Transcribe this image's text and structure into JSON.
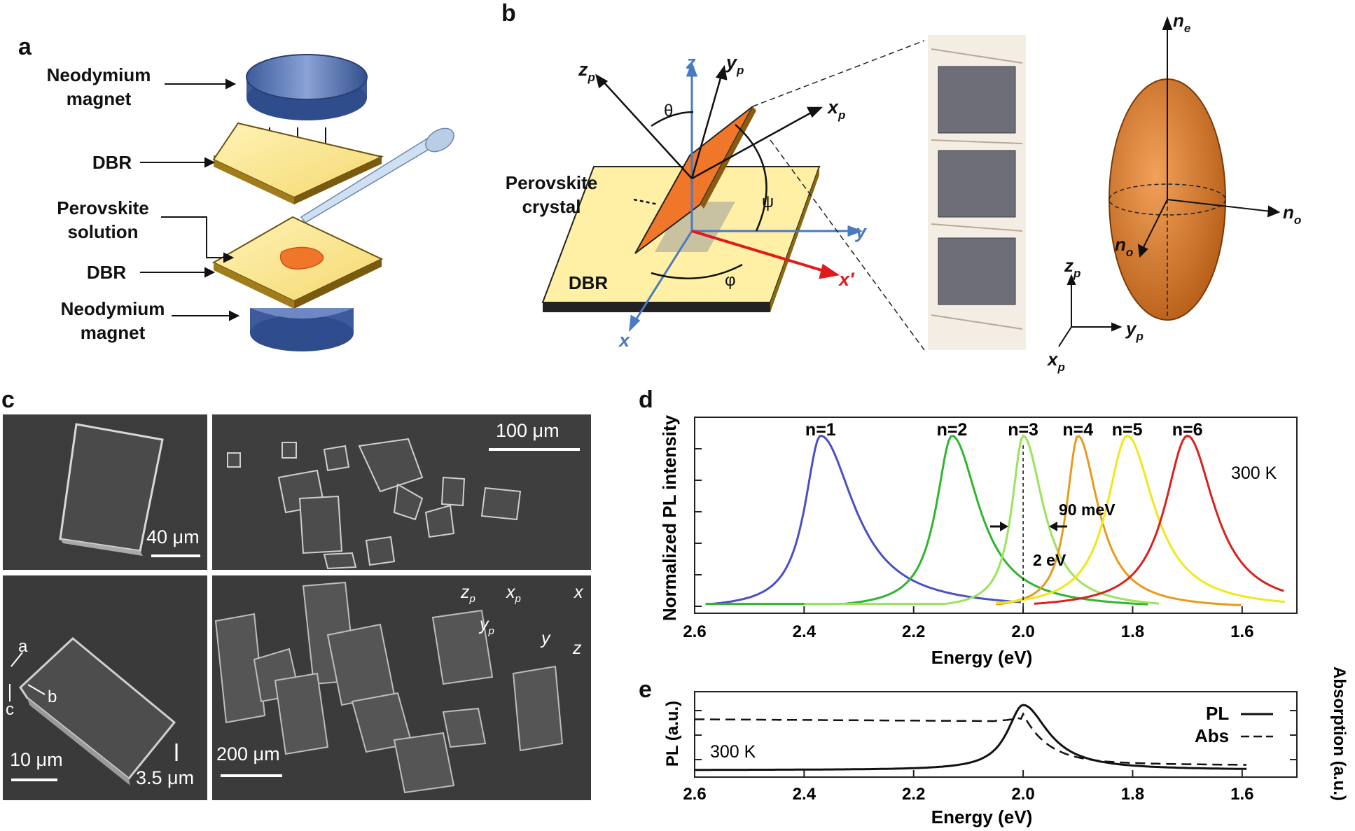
{
  "panels": {
    "a": {
      "letter": "a",
      "labels": {
        "magnet_top": "Neodymium\nmagnet",
        "dbr_top": "DBR",
        "perovskite": "Perovskite\nsolution",
        "dbr_bottom": "DBR",
        "magnet_bottom": "Neodymium\nmagnet"
      }
    },
    "b": {
      "letter": "b",
      "axes": {
        "zp": "z",
        "zp_sub": "p",
        "z": "z",
        "yp": "y",
        "yp_sub": "p",
        "xp": "x",
        "xp_sub": "p",
        "y": "y",
        "x": "x",
        "x_prime": "x′",
        "theta": "θ",
        "psi": "ψ",
        "phi": "φ"
      },
      "perovskite_label": "Perovskite\ncrystal",
      "dbr_label": "DBR",
      "ellipsoid": {
        "ne": "n",
        "ne_sub": "e",
        "no": "n",
        "no_sub": "o",
        "no_inner": "n",
        "no_inner_sub": "o"
      },
      "frame": {
        "zp": "z",
        "zp_sub": "p",
        "yp": "y",
        "yp_sub": "p",
        "xp": "x",
        "xp_sub": "p"
      }
    },
    "c": {
      "letter": "c",
      "scale_bars": {
        "top_left": "40 μm",
        "top_right": "100 μm",
        "bottom_left_1": "10 μm",
        "bottom_left_2": "3.5 μm",
        "bottom_right": "200 μm"
      },
      "crystal_axes": {
        "a": "a",
        "b": "b",
        "c": "c"
      },
      "sample_axes": {
        "zp": "z",
        "zp_sub": "p",
        "xp": "x",
        "xp_sub": "p",
        "yp": "y",
        "yp_sub": "p",
        "x": "x",
        "y": "y",
        "z": "z"
      }
    },
    "d": {
      "letter": "d",
      "peak_labels": [
        "n=1",
        "n=2",
        "n=3",
        "n=4",
        "n=5",
        "n=6"
      ],
      "annotations": {
        "temperature": "300 K",
        "shift": "90 meV",
        "line": "2 eV"
      }
    },
    "e": {
      "letter": "e",
      "annotations": {
        "temperature": "300 K"
      }
    }
  },
  "chart_data": [
    {
      "id": "d",
      "type": "line",
      "xlabel": "Energy (eV)",
      "ylabel": "Normalized PL intensity",
      "xlim": [
        2.6,
        1.5
      ],
      "x_reversed": true,
      "xticks": [
        "2.6",
        "2.4",
        "2.2",
        "2.0",
        "1.8",
        "1.6"
      ],
      "xtick_values": [
        2.6,
        2.4,
        2.2,
        2.0,
        1.8,
        1.6
      ],
      "ylim": [
        0,
        1.05
      ],
      "series": [
        {
          "name": "n=1",
          "peak": 2.37,
          "width_low": 0.035,
          "width_high": 0.075,
          "tail": 0.0,
          "color": "#4a4fc4",
          "range": [
            2.58,
            2.0
          ]
        },
        {
          "name": "n=2",
          "peak": 2.13,
          "width_low": 0.035,
          "width_high": 0.06,
          "tail": 0.25,
          "color": "#2fb52f",
          "range": [
            2.58,
            1.77
          ]
        },
        {
          "name": "n=3",
          "peak": 2.0,
          "width_low": 0.025,
          "width_high": 0.045,
          "tail": 0.0,
          "color": "#9be35a",
          "range": [
            2.4,
            1.75
          ]
        },
        {
          "name": "n=4",
          "peak": 1.9,
          "width_low": 0.025,
          "width_high": 0.045,
          "tail": 0.0,
          "color": "#e89a1e",
          "range": [
            2.05,
            1.6
          ]
        },
        {
          "name": "n=5",
          "peak": 1.81,
          "width_low": 0.045,
          "width_high": 0.06,
          "tail": 0.0,
          "color": "#f0e81a",
          "range": [
            2.05,
            1.52
          ]
        },
        {
          "name": "n=6",
          "peak": 1.7,
          "width_low": 0.05,
          "width_high": 0.06,
          "tail": 0.0,
          "color": "#d8221f",
          "range": [
            1.98,
            1.52
          ]
        }
      ]
    },
    {
      "id": "e",
      "type": "line",
      "xlabel": "Energy (eV)",
      "ylabel": "PL (a.u.)",
      "y2label": "Absorption (a.u.)",
      "xlim": [
        2.6,
        1.5
      ],
      "x_reversed": true,
      "xticks": [
        "2.6",
        "2.4",
        "2.2",
        "2.0",
        "1.8",
        "1.6"
      ],
      "xtick_values": [
        2.6,
        2.4,
        2.2,
        2.0,
        1.8,
        1.6
      ],
      "legend": [
        "PL",
        "Abs"
      ],
      "legend_position": "top-right",
      "series": [
        {
          "name": "PL",
          "style": "solid",
          "peak": 2.0
        },
        {
          "name": "Abs",
          "style": "dashed",
          "edge": 2.0
        }
      ]
    }
  ]
}
